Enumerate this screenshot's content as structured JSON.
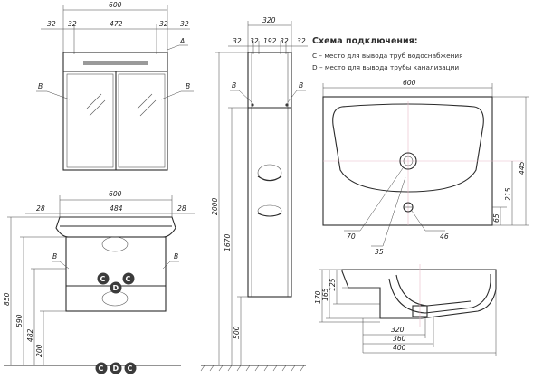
{
  "legend": {
    "title": "Схема подключения:",
    "line_c": "С – место для вывода труб водоснабжения",
    "line_d": "D – место для вывода трубы канализации"
  },
  "cabinet": {
    "width": "600",
    "side_a": "32",
    "side_b": "32",
    "door": "472",
    "side_c": "32",
    "side_d": "32",
    "label_a": "A",
    "label_b_left": "B",
    "label_b_right": "B"
  },
  "vanity": {
    "width": "600",
    "margin_left": "28",
    "inner": "484",
    "margin_right": "28",
    "label_b_left": "B",
    "label_b_right": "B",
    "height_total": "850",
    "height_590": "590",
    "height_482": "482",
    "height_200": "200"
  },
  "column": {
    "width": "320",
    "d1": "32",
    "d2": "32",
    "d3": "192",
    "d4": "32",
    "d5": "32",
    "label_b_left": "B",
    "label_b_right": "B",
    "height_2000": "2000",
    "height_1670": "1670",
    "height_500": "500"
  },
  "basin_top": {
    "width": "600",
    "depth": "445",
    "drain_y": "215",
    "tap_y": "65",
    "d70": "70",
    "d35": "35",
    "d46": "46"
  },
  "basin_section": {
    "h170": "170",
    "h165": "165",
    "h125": "125",
    "w320": "320",
    "w360": "360",
    "w400": "400"
  },
  "markers": {
    "c": "C",
    "d": "D"
  }
}
